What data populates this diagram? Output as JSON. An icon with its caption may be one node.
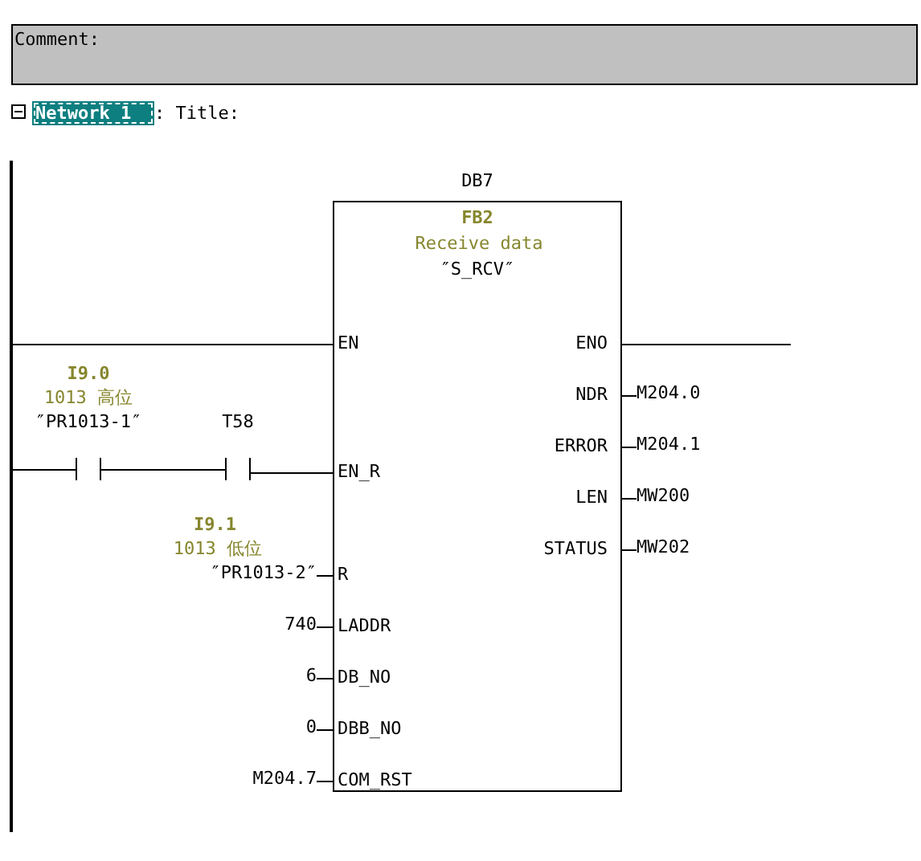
{
  "diagram": {
    "nodes": [
      {
        "text": [
          "Comment:"
        ]
      },
      {
        "text": [
          "Network 1"
        ],
        "beside": [
          ": Title:"
        ]
      },
      {
        "text": [],
        "shape": "bar"
      },
      {
        "text": [
          "DB7",
          "FB2",
          "Receive data",
          "″S_RCV″"
        ]
      },
      {
        "text": [
          "EN"
        ],
        "in": 3
      },
      {
        "text": [
          "ENO"
        ],
        "in": 3
      },
      {
        "text": [
          "NDR"
        ],
        "in": 3
      },
      {
        "text": [
          "ERROR"
        ],
        "in": 3
      },
      {
        "text": [
          "EN_R"
        ],
        "in": 3
      },
      {
        "text": [
          "LEN"
        ],
        "in": 3
      },
      {
        "text": [
          "STATUS"
        ],
        "in": 3
      },
      {
        "text": [
          "R"
        ],
        "in": 3
      },
      {
        "text": [
          "LADDR"
        ],
        "in": 3
      },
      {
        "text": [
          "DB_NO"
        ],
        "in": 3
      },
      {
        "text": [
          "DBB_NO"
        ],
        "in": 3
      },
      {
        "text": [
          "COM_RST"
        ],
        "in": 3
      },
      {
        "text": [
          "I9.0",
          "1013 高位",
          "″PR1013-1″"
        ]
      },
      {
        "text": [
          "T58"
        ]
      },
      {
        "text": [
          "I9.1",
          "1013 低位",
          "″PR1013-2″"
        ]
      },
      {
        "text": [
          "740"
        ]
      },
      {
        "text": [
          "6"
        ]
      },
      {
        "text": [
          "0"
        ]
      },
      {
        "text": [
          "M204.7"
        ]
      },
      {
        "text": [
          "M204.0"
        ]
      },
      {
        "text": [
          "M204.1"
        ]
      },
      {
        "text": [
          "MW200"
        ]
      },
      {
        "text": [
          "MW202"
        ]
      }
    ],
    "edges": [
      {
        "from": 2,
        "to": 4,
        "arrow": "none"
      },
      {
        "from": 5,
        "to": null,
        "arrow": "none"
      },
      {
        "from": 2,
        "to": 16,
        "arrow": "none"
      },
      {
        "from": 16,
        "to": 17,
        "arrow": "none"
      },
      {
        "from": 17,
        "to": 8,
        "arrow": "none"
      },
      {
        "from": 6,
        "to": 23,
        "arrow": "none"
      },
      {
        "from": 7,
        "to": 24,
        "arrow": "none"
      },
      {
        "from": 9,
        "to": 25,
        "arrow": "none"
      },
      {
        "from": 10,
        "to": 26,
        "arrow": "none"
      },
      {
        "from": 18,
        "to": 11,
        "arrow": "none"
      },
      {
        "from": 19,
        "to": 12,
        "arrow": "none"
      },
      {
        "from": 20,
        "to": 13,
        "arrow": "none"
      },
      {
        "from": 21,
        "to": 14,
        "arrow": "none"
      },
      {
        "from": 22,
        "to": 15,
        "arrow": "none"
      }
    ]
  }
}
